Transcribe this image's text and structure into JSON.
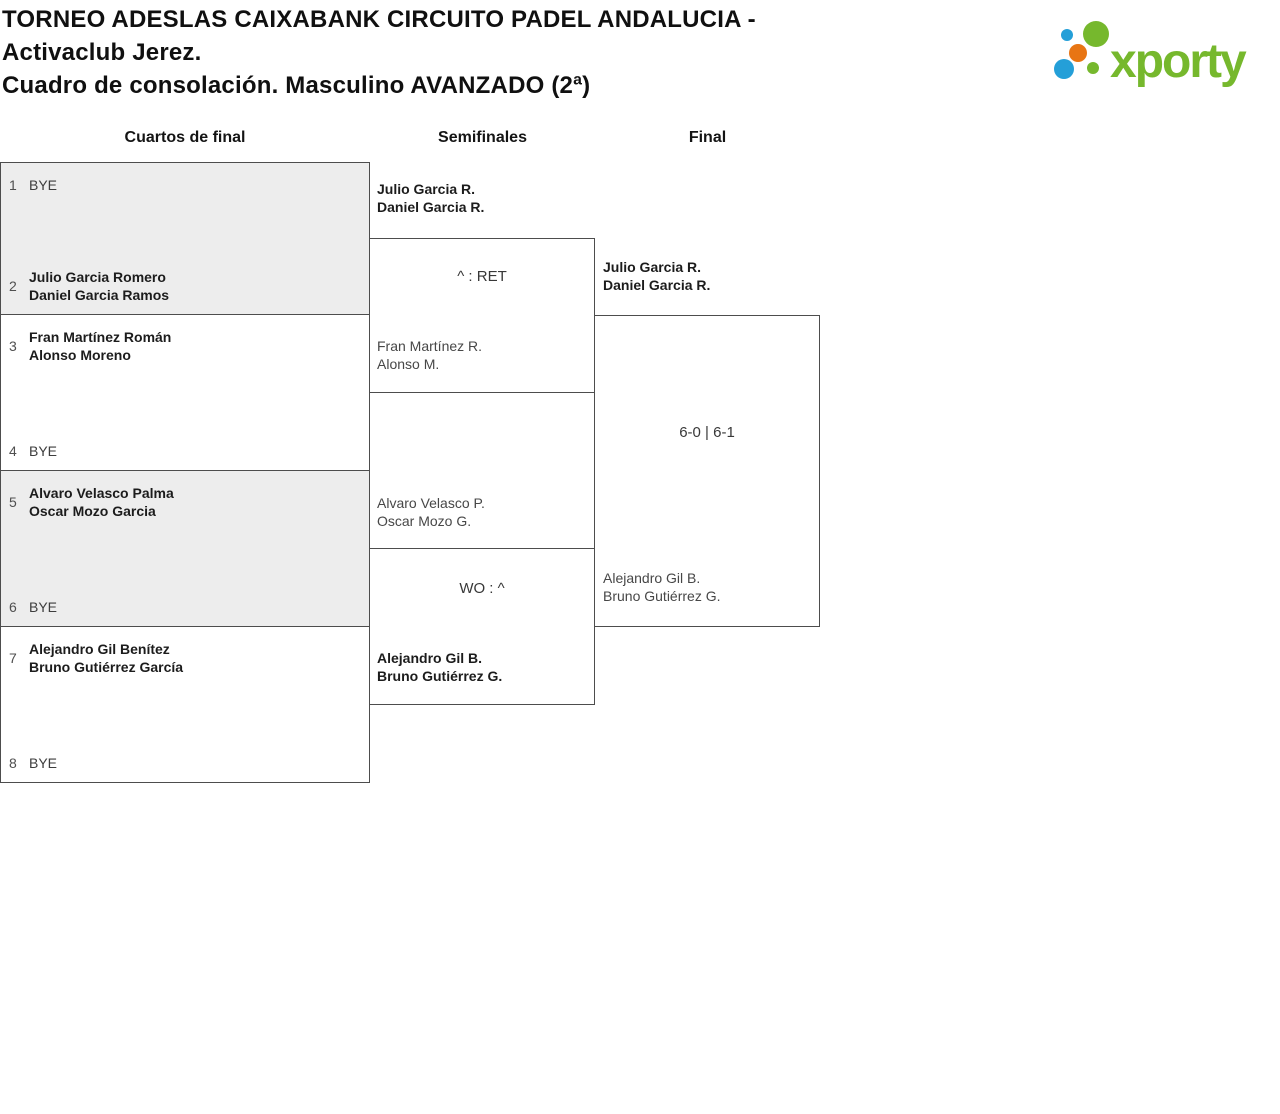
{
  "header": {
    "title_lines": [
      "TORNEO ADESLAS CAIXABANK CIRCUITO PADEL ANDALUCIA -",
      "Activaclub Jerez.",
      "Cuadro de consolación. Masculino AVANZADO (2ª)"
    ],
    "logo": {
      "text": "xporty",
      "colors": {
        "green": "#76b82d",
        "blue": "#249fd8",
        "orange": "#e87513"
      }
    }
  },
  "bracket": {
    "colors": {
      "border": "#4d4d4d",
      "shaded_bg": "#ededed"
    },
    "rounds": [
      {
        "label": "Cuartos de final"
      },
      {
        "label": "Semifinales"
      },
      {
        "label": "Final"
      }
    ],
    "quarterfinals": [
      {
        "slots": [
          {
            "seed": "1",
            "lines": [
              "BYE"
            ]
          },
          {
            "seed": "2",
            "lines": [
              "Julio Garcia Romero",
              "Daniel Garcia Ramos"
            ]
          }
        ]
      },
      {
        "slots": [
          {
            "seed": "3",
            "lines": [
              "Fran Martínez Román",
              "Alonso Moreno"
            ]
          },
          {
            "seed": "4",
            "lines": [
              "BYE"
            ]
          }
        ]
      },
      {
        "slots": [
          {
            "seed": "5",
            "lines": [
              "Alvaro Velasco Palma",
              "Oscar Mozo Garcia"
            ]
          },
          {
            "seed": "6",
            "lines": [
              "BYE"
            ]
          }
        ]
      },
      {
        "slots": [
          {
            "seed": "7",
            "lines": [
              "Alejandro Gil Benítez",
              "Bruno Gutiérrez García"
            ]
          },
          {
            "seed": "8",
            "lines": [
              "BYE"
            ]
          }
        ]
      }
    ],
    "semifinals": [
      {
        "top": {
          "lines": [
            "Julio Garcia R.",
            "Daniel Garcia R."
          ],
          "winner": true
        },
        "bottom": {
          "lines": [
            "Fran Martínez R.",
            "Alonso M."
          ],
          "winner": false
        },
        "score": "^ : RET"
      },
      {
        "top": {
          "lines": [
            "Alvaro Velasco P.",
            "Oscar Mozo G."
          ],
          "winner": false
        },
        "bottom": {
          "lines": [
            "Alejandro Gil B.",
            "Bruno Gutiérrez G."
          ],
          "winner": true
        },
        "score": "WO : ^"
      }
    ],
    "final": {
      "top": {
        "lines": [
          "Julio Garcia R.",
          "Daniel Garcia R."
        ],
        "winner": true
      },
      "bottom": {
        "lines": [
          "Alejandro Gil B.",
          "Bruno Gutiérrez G."
        ],
        "winner": false
      },
      "score": "6-0 | 6-1"
    }
  }
}
